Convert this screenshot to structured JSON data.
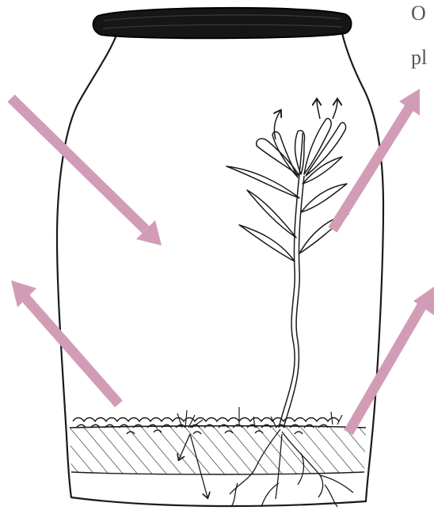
{
  "caption": {
    "line1": "O",
    "line2": "pl"
  },
  "colors": {
    "arrow": "#d29cb7",
    "ink": "#1a1a1a",
    "lid": "#161616",
    "background": "#ffffff"
  },
  "arrows": [
    {
      "name": "incoming-arrow-upper-left",
      "direction": "inward"
    },
    {
      "name": "outgoing-arrow-lower-left",
      "direction": "outward"
    },
    {
      "name": "outgoing-arrow-upper-right",
      "direction": "outward"
    },
    {
      "name": "outgoing-arrow-lower-right",
      "direction": "outward"
    }
  ]
}
